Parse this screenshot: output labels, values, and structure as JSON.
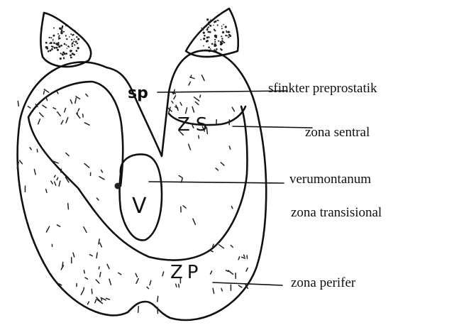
{
  "diagram": {
    "inner_labels": {
      "sp": "sp",
      "zs": "ZS",
      "v": "V",
      "zp": "ZP"
    },
    "labels": {
      "sfinkter": "sfinkter preprostatik",
      "sentral": "zona sentral",
      "verumontanum": "verumontanum",
      "transisional": "zona transisional",
      "perifer": "zona perifer"
    }
  }
}
